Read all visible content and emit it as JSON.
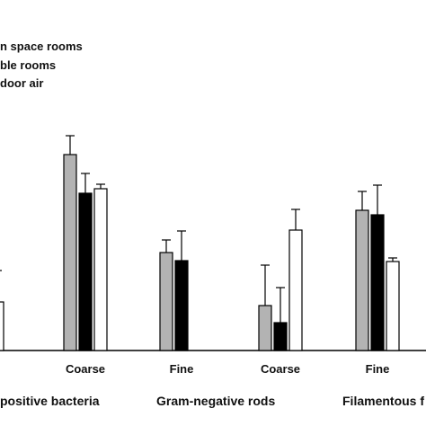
{
  "legend": {
    "entries": [
      "n space rooms",
      "ble rooms",
      "door air"
    ]
  },
  "chart_data": {
    "type": "bar",
    "categories": [
      "",
      "Coarse",
      "Fine",
      "Coarse",
      "Fine",
      ""
    ],
    "groups": [
      "positive bacteria",
      "Gram-negative rods",
      "Filamentous f"
    ],
    "series": [
      {
        "name": "n space rooms",
        "color": "#b3b3b3",
        "values": [
          null,
          218,
          109,
          50,
          156,
          null
        ],
        "errors": [
          null,
          21,
          14,
          45,
          21,
          null
        ]
      },
      {
        "name": "ble rooms",
        "color": "#000000",
        "values": [
          null,
          175,
          100,
          31,
          151,
          null
        ],
        "errors": [
          null,
          22,
          33,
          39,
          33,
          null
        ]
      },
      {
        "name": "door air",
        "color": "#ffffff",
        "values": [
          54,
          180,
          null,
          134,
          99,
          null
        ],
        "errors": [
          35,
          5,
          null,
          23,
          4,
          null
        ]
      }
    ],
    "ylim": [
      0,
      300
    ],
    "grid": false,
    "legend_position": "top-left"
  }
}
